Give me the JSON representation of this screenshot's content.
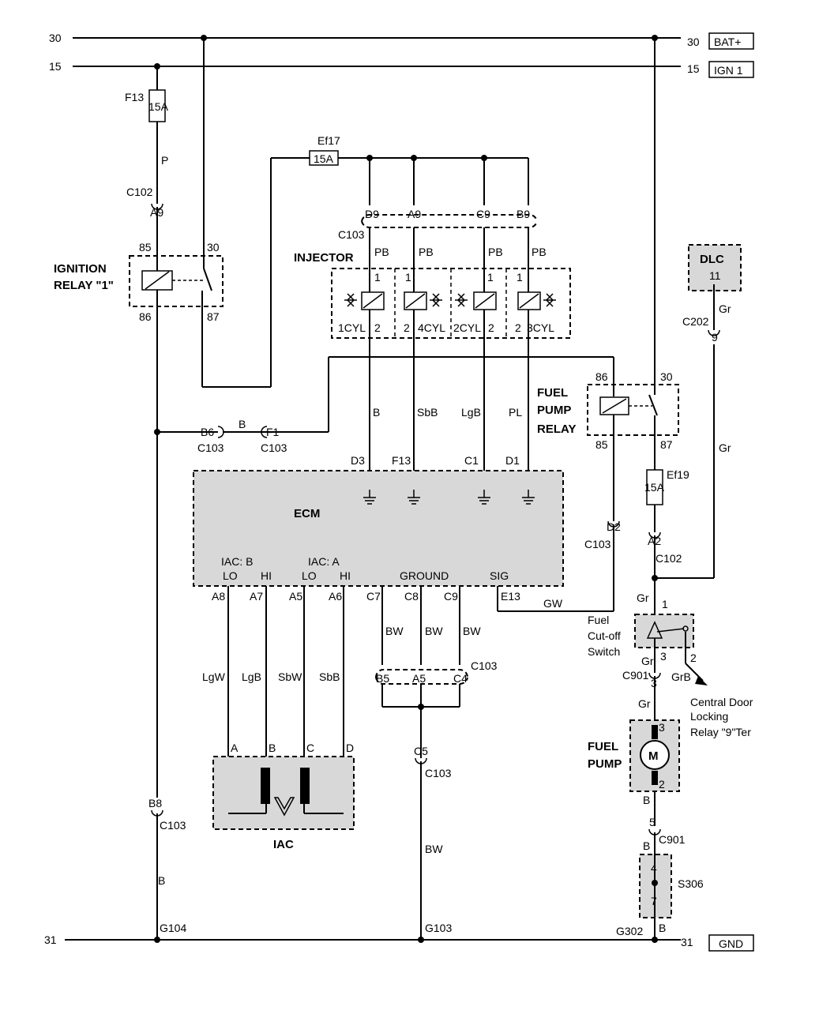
{
  "rails": {
    "b30_left": "30",
    "b30_right": "30",
    "b30_tag": "BAT+",
    "i15_left": "15",
    "i15_right": "15",
    "i15_tag": "IGN 1",
    "g31_left": "31",
    "g31_right": "31",
    "g31_tag": "GND"
  },
  "fuses": {
    "f13_name": "F13",
    "f13_rating": "15A",
    "ef17_name": "Ef17",
    "ef17_rating": "15A",
    "ef19_name": "Ef19",
    "ef19_rating": "15A"
  },
  "ignition_relay": {
    "title_1": "IGNITION",
    "title_2": "RELAY \"1\"",
    "pin_85": "85",
    "pin_86": "86",
    "pin_30": "30",
    "pin_87": "87"
  },
  "injector": {
    "title": "INJECTOR",
    "connector_top": "C103",
    "pins_top": [
      "D9",
      "A9",
      "C9",
      "B9"
    ],
    "wire_top": [
      "PB",
      "PB",
      "PB",
      "PB"
    ],
    "pin1": [
      "1",
      "1",
      "1",
      "1"
    ],
    "bottom_labels": [
      "1CYL",
      "2",
      "2",
      "4CYL",
      "2CYL",
      "2",
      "2",
      "3CYL"
    ],
    "wire_bottom": [
      "B",
      "SbB",
      "LgB",
      "PL"
    ]
  },
  "fuel_pump_relay": {
    "title_1": "FUEL",
    "title_2": "PUMP",
    "title_3": "RELAY",
    "pin_86": "86",
    "pin_30": "30",
    "pin_85": "85",
    "pin_87": "87"
  },
  "dlc": {
    "title": "DLC",
    "pin": "11",
    "wire": "Gr",
    "connector": "C202",
    "conn_pin": "9",
    "wire2": "Gr"
  },
  "wires_left": {
    "p": "P",
    "c102": "C102",
    "a9": "A9",
    "b": "B",
    "b6": "B6",
    "c103a": "C103",
    "f1": "F1",
    "c103b": "C103",
    "b8": "B8",
    "c103c": "C103",
    "b_low": "B",
    "g104": "G104"
  },
  "ecm": {
    "title": "ECM",
    "top_pins": [
      "D3",
      "F13",
      "C1",
      "D1"
    ],
    "iac_b": "IAC: B",
    "iac_a": "IAC: A",
    "lo1": "LO",
    "hi1": "HI",
    "lo2": "LO",
    "hi2": "HI",
    "ground": "GROUND",
    "sig": "SIG",
    "bottom_pins": [
      "A8",
      "A7",
      "A5",
      "A6",
      "C7",
      "C8",
      "C9",
      "E13"
    ]
  },
  "iac": {
    "title": "IAC",
    "wires": [
      "LgW",
      "LgB",
      "SbW",
      "SbB"
    ],
    "pins": [
      "A",
      "B",
      "C",
      "D"
    ]
  },
  "ground_bus": {
    "wires": [
      "BW",
      "BW",
      "BW"
    ],
    "connector": "C103",
    "pins": [
      "B5",
      "A5",
      "C4"
    ],
    "c5": "C5",
    "c103": "C103",
    "bw": "BW",
    "g103": "G103"
  },
  "fuel_side": {
    "d2": "D2",
    "c103": "C103",
    "gw": "GW",
    "a2": "A2",
    "c102": "C102",
    "gr_1": "Gr",
    "pin_1": "1",
    "cutoff_1": "Fuel",
    "cutoff_2": "Cut-off",
    "cutoff_3": "Switch",
    "gr_2": "Gr",
    "pin_3": "3",
    "pin_2": "2",
    "c901": "C901",
    "conn_3": "3",
    "grb": "GrB",
    "central_1": "Central Door",
    "central_2": "Locking",
    "central_3": "Relay \"9\"Ter",
    "gr_3": "Gr",
    "pump_1": "FUEL",
    "pump_2": "PUMP",
    "pump_m": "M",
    "pump_pin3": "3",
    "pump_pin2": "2",
    "b_1": "B",
    "conn5": "5",
    "c901b": "C901",
    "b_2": "B",
    "s306": "S306",
    "s_pin4": "4",
    "s_pin7": "7",
    "g302": "G302",
    "b_3": "B"
  }
}
